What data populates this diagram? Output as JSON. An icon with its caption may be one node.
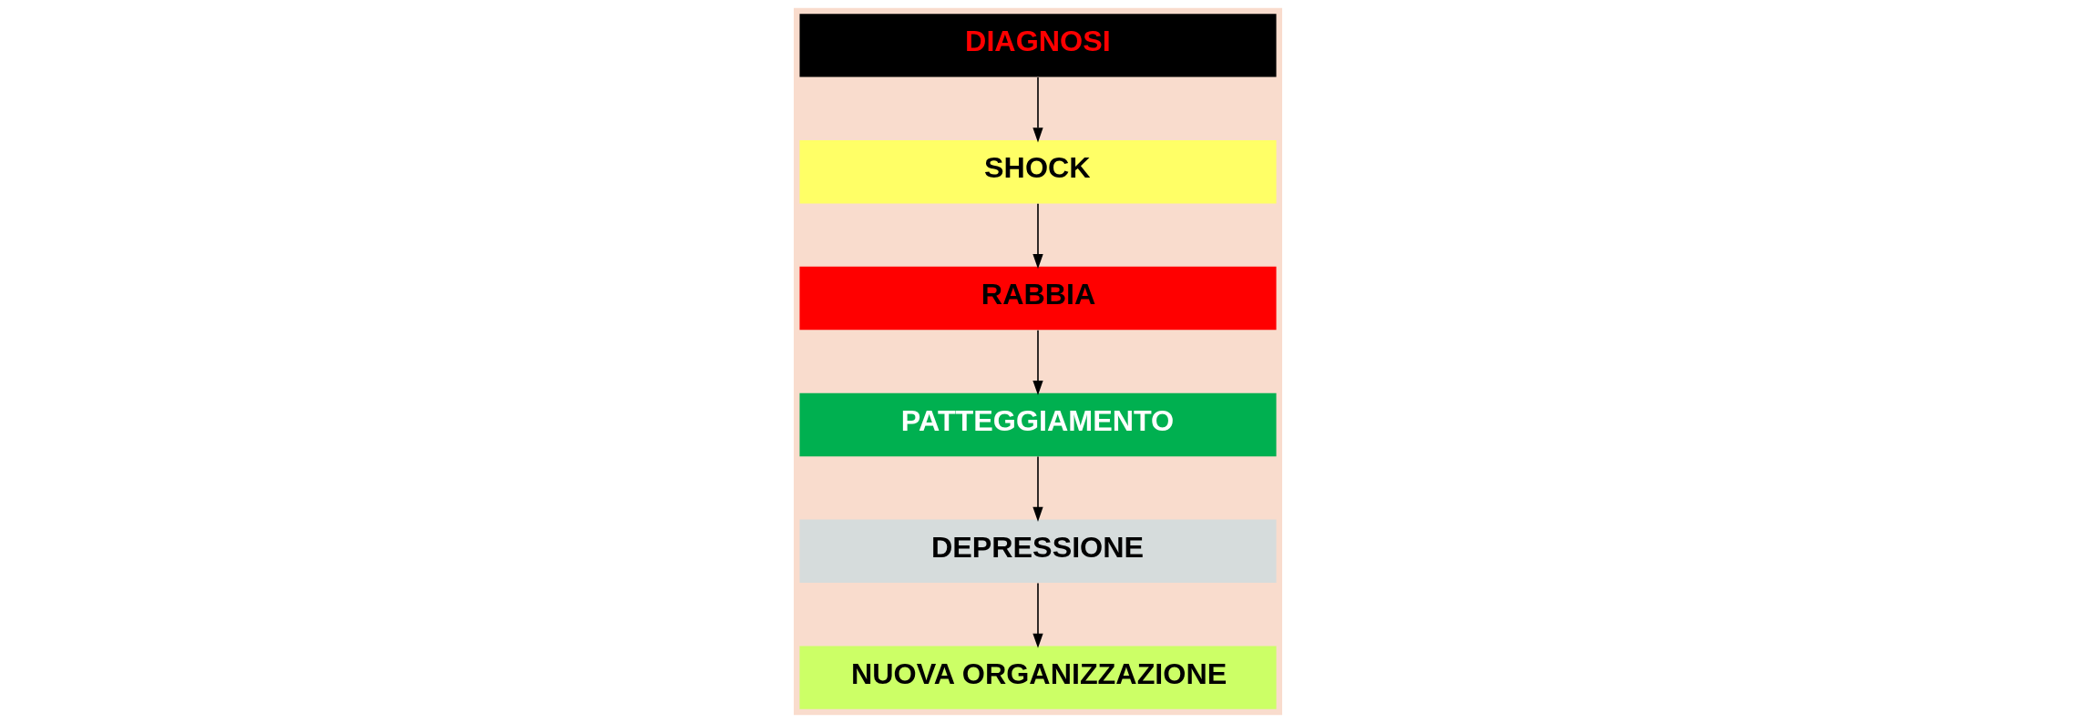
{
  "diagram": {
    "nodes": [
      {
        "text": [
          "DIAGNOSI"
        ]
      },
      {
        "text": [
          "SHOCK"
        ]
      },
      {
        "text": [
          "RABBIA"
        ]
      },
      {
        "text": [
          "PATTEGGIAMENTO"
        ]
      },
      {
        "text": [
          "DEPRESSIONE"
        ]
      },
      {
        "text": [
          "NUOVA ORGANIZZAZIONE"
        ]
      }
    ],
    "edges": [
      {
        "from": 0,
        "to": 1,
        "arrow": "to"
      },
      {
        "from": 1,
        "to": 2,
        "arrow": "to"
      },
      {
        "from": 2,
        "to": 3,
        "arrow": "to"
      },
      {
        "from": 3,
        "to": 4,
        "arrow": "to"
      },
      {
        "from": 4,
        "to": 5,
        "arrow": "to"
      }
    ]
  }
}
